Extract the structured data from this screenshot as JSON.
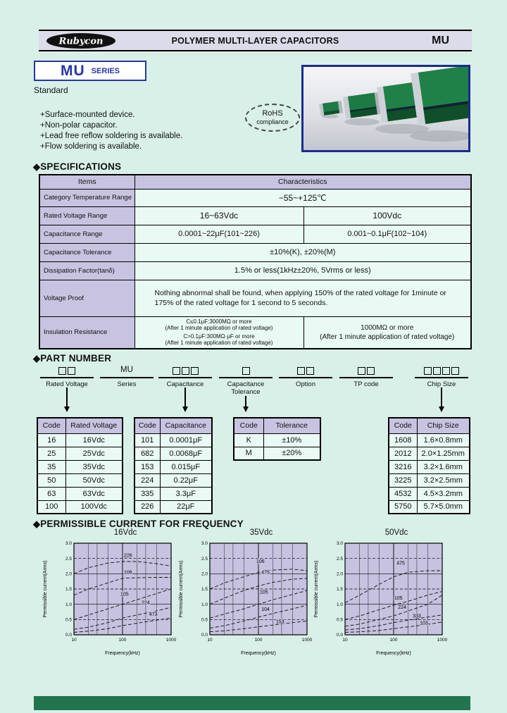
{
  "header": {
    "logo": "Rubycon",
    "title": "POLYMER MULTI-LAYER CAPACITORS",
    "series_code": "MU"
  },
  "series_box": {
    "name": "MU",
    "suffix": "SERIES"
  },
  "standard_label": "Standard",
  "features": [
    "+Surface-mounted device.",
    "+Non-polar capacitor.",
    "+Lead free reflow soldering is available.",
    "+Flow soldering is available."
  ],
  "rohs": {
    "line1": "RoHS",
    "line2": "compliance"
  },
  "diamond": "◆",
  "sections": {
    "specifications": "SPECIFICATIONS",
    "part_number": "PART NUMBER",
    "permissible": "PERMISSIBLE CURRENT FOR FREQUENCY"
  },
  "spec_table": {
    "headers": {
      "items": "Items",
      "characteristics": "Characteristics"
    },
    "temp": {
      "label": "Category Temperature Range",
      "value": "−55~+125℃"
    },
    "voltage": {
      "label": "Rated Voltage Range",
      "low": "16~63Vdc",
      "high": "100Vdc"
    },
    "cap": {
      "label": "Capacitance Range",
      "low": "0.0001~22μF(101~226)",
      "high": "0.001~0.1μF(102~104)"
    },
    "tolerance": {
      "label": "Capacitance Tolerance",
      "value": "±10%(K), ±20%(M)"
    },
    "df": {
      "label": "Dissipation Factor(tanδ)",
      "value": "1.5% or less(1kHz±20%, 5Vrms or less)"
    },
    "proof": {
      "label": "Voltage Proof",
      "value": "Nothing abnormal shall be found, when applying 150% of the rated voltage for 1minute or 175% of the rated voltage for 1 second to 5 seconds."
    },
    "ir": {
      "label": "Insulation Resistance",
      "low1": "C≤0.1μF:3000MΩ or more",
      "low1_note": "(After 1 minute application of rated voltage)",
      "low2": "C>0.1μF:300MΩ·μF or more",
      "low2_note": "(After 1 minute application of rated voltage)",
      "high": "1000MΩ or more",
      "high_note": "(After 1 minute application of rated voltage)"
    }
  },
  "part_number": {
    "series_code": "MU",
    "labels": {
      "rated_voltage": "Rated Voltage",
      "series": "Series",
      "capacitance": "Capacitance",
      "tolerance": "Capacitance Tolerance",
      "option": "Option",
      "tp_code": "TP code",
      "chip_size": "Chip Size"
    }
  },
  "code_tables": {
    "rated_voltage": {
      "headers": [
        "Code",
        "Rated Voltage"
      ],
      "rows": [
        [
          "16",
          "16Vdc"
        ],
        [
          "25",
          "25Vdc"
        ],
        [
          "35",
          "35Vdc"
        ],
        [
          "50",
          "50Vdc"
        ],
        [
          "63",
          "63Vdc"
        ],
        [
          "100",
          "100Vdc"
        ]
      ]
    },
    "capacitance": {
      "headers": [
        "Code",
        "Capacitance"
      ],
      "rows": [
        [
          "101",
          "0.0001μF"
        ],
        [
          "682",
          "0.0068μF"
        ],
        [
          "153",
          "0.015μF"
        ],
        [
          "224",
          "0.22μF"
        ],
        [
          "335",
          "3.3μF"
        ],
        [
          "226",
          "22μF"
        ]
      ]
    },
    "tolerance": {
      "headers": [
        "Code",
        "Tolerance"
      ],
      "rows": [
        [
          "K",
          "±10%"
        ],
        [
          "M",
          "±20%"
        ]
      ]
    },
    "chip_size": {
      "headers": [
        "Code",
        "Chip Size"
      ],
      "rows": [
        [
          "1608",
          "1.6×0.8mm"
        ],
        [
          "2012",
          "2.0×1.25mm"
        ],
        [
          "3216",
          "3.2×1.6mm"
        ],
        [
          "3225",
          "3.2×2.5mm"
        ],
        [
          "4532",
          "4.5×3.2mm"
        ],
        [
          "5750",
          "5.7×5.0mm"
        ]
      ]
    }
  },
  "chart_data": [
    {
      "type": "line",
      "title": "16Vdc",
      "xlabel": "Frequency(kHz)",
      "ylabel": "Permissible current(Arms)",
      "xscale": "log",
      "xlim": [
        10,
        1000
      ],
      "ylim": [
        0,
        3
      ],
      "xticks": [
        10,
        100,
        1000
      ],
      "yticks": [
        0,
        0.5,
        1,
        1.5,
        2,
        2.5,
        3
      ],
      "x": [
        10,
        20,
        50,
        100,
        200,
        500,
        1000
      ],
      "series": [
        {
          "name": "226",
          "y": [
            2.0,
            2.2,
            2.35,
            2.4,
            2.4,
            2.33,
            2.25
          ],
          "label_at": [
            130,
            2.55
          ]
        },
        {
          "name": "106",
          "y": [
            1.3,
            1.5,
            1.7,
            1.85,
            1.87,
            1.88,
            1.88
          ],
          "label_at": [
            130,
            2.0
          ]
        },
        {
          "name": "105",
          "y": [
            0.5,
            0.65,
            0.85,
            1.0,
            1.15,
            1.35,
            1.5
          ],
          "label_at": [
            110,
            1.28
          ]
        },
        {
          "name": "224",
          "y": [
            0.18,
            0.25,
            0.4,
            0.55,
            0.65,
            0.78,
            0.9
          ],
          "label_at": [
            300,
            1.0
          ]
        },
        {
          "name": "473",
          "y": [
            0.08,
            0.12,
            0.2,
            0.3,
            0.38,
            0.48,
            0.55
          ],
          "label_at": [
            430,
            0.62
          ]
        }
      ]
    },
    {
      "type": "line",
      "title": "35Vdc",
      "xlabel": "Frequency(kHz)",
      "ylabel": "Permissible current(Arms)",
      "xscale": "log",
      "xlim": [
        10,
        1000
      ],
      "ylim": [
        0,
        3
      ],
      "xticks": [
        10,
        100,
        1000
      ],
      "yticks": [
        0,
        0.5,
        1,
        1.5,
        2,
        2.5,
        3
      ],
      "x": [
        10,
        20,
        50,
        100,
        200,
        500,
        1000
      ],
      "series": [
        {
          "name": "106",
          "y": [
            1.5,
            1.7,
            1.9,
            2.05,
            2.12,
            2.15,
            2.1
          ],
          "label_at": [
            110,
            2.35
          ]
        },
        {
          "name": "475",
          "y": [
            1.0,
            1.2,
            1.45,
            1.6,
            1.72,
            1.82,
            1.85
          ],
          "label_at": [
            140,
            2.0
          ]
        },
        {
          "name": "105",
          "y": [
            0.55,
            0.68,
            0.85,
            1.0,
            1.15,
            1.32,
            1.45
          ],
          "label_at": [
            130,
            1.35
          ]
        },
        {
          "name": "104",
          "y": [
            0.22,
            0.3,
            0.45,
            0.58,
            0.7,
            0.85,
            0.97
          ],
          "label_at": [
            140,
            0.78
          ]
        },
        {
          "name": "153",
          "y": [
            0.1,
            0.13,
            0.2,
            0.26,
            0.32,
            0.4,
            0.45
          ],
          "label_at": [
            280,
            0.38
          ]
        }
      ]
    },
    {
      "type": "line",
      "title": "50Vdc",
      "xlabel": "Frequency(kHz)",
      "ylabel": "Permissible current(Arms)",
      "xscale": "log",
      "xlim": [
        10,
        1000
      ],
      "ylim": [
        0,
        3
      ],
      "xticks": [
        10,
        100,
        1000
      ],
      "yticks": [
        0,
        0.5,
        1,
        1.5,
        2,
        2.5,
        3
      ],
      "x": [
        10,
        20,
        50,
        100,
        200,
        500,
        1000
      ],
      "series": [
        {
          "name": "475",
          "y": [
            1.05,
            1.3,
            1.65,
            1.9,
            2.05,
            2.1,
            2.1
          ],
          "label_at": [
            140,
            2.3
          ]
        },
        {
          "name": "105",
          "y": [
            0.5,
            0.62,
            0.82,
            0.97,
            1.1,
            1.3,
            1.42
          ],
          "label_at": [
            125,
            1.15
          ]
        },
        {
          "name": "224",
          "y": [
            0.28,
            0.35,
            0.5,
            0.62,
            0.78,
            1.0,
            1.3
          ],
          "label_at": [
            150,
            0.85
          ]
        },
        {
          "name": "333",
          "y": [
            0.16,
            0.2,
            0.3,
            0.4,
            0.48,
            0.58,
            0.65
          ],
          "label_at": [
            300,
            0.56
          ]
        },
        {
          "name": "103",
          "y": [
            0.08,
            0.1,
            0.14,
            0.2,
            0.26,
            0.34,
            0.42
          ],
          "label_at": [
            420,
            0.34
          ]
        }
      ]
    }
  ],
  "colors": {
    "page_bg": "#d9f0e8",
    "header_bg": "#dcdbe9",
    "table_header_bg": "#c8c3e1",
    "table_cell_bg": "#e9f9f3",
    "plot_bg": "#c6c2e0",
    "accent_blue": "#2637a6",
    "chip_green": "#1e7a44",
    "footer_green": "#20754f"
  }
}
